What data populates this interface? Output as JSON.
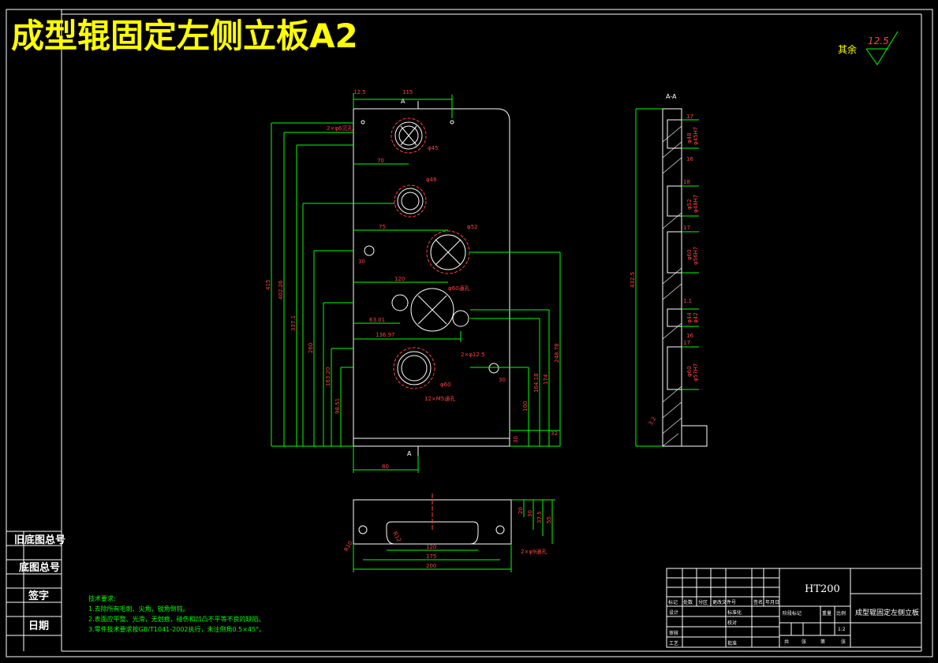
{
  "title": "成型辊固定左侧立板A2",
  "roughness": {
    "label": "其余",
    "value": "12.5"
  },
  "section_label": "A-A",
  "section_marks": [
    "A",
    "A"
  ],
  "front_view_dims": {
    "top_left": "12.5",
    "top_span": "115",
    "hole_callout_1": "2×φ6沉孔",
    "dia_1": "φ45",
    "h70": "70",
    "dia_2": "φ46",
    "h75": "75",
    "dia_3": "φ52",
    "h30": "30",
    "h120": "120",
    "dia_4": "φ60通孔",
    "h63": "63.01",
    "h136": "136.97",
    "callout_2": "2×φ12.5",
    "h30b": "30",
    "dia_5": "φ60",
    "callout_3": "12×M5通孔",
    "bottom_80": "80",
    "right_32": "32",
    "vert_left": [
      "415",
      "402.26",
      "337.1",
      "260",
      "163.20",
      "98.51"
    ],
    "vert_right": [
      "248.78",
      "174",
      "164.18",
      "100",
      "30"
    ]
  },
  "side_view_dims": {
    "total": "432.5",
    "thick_1": "16",
    "thick_2": "16",
    "rough": "3.2",
    "dias": [
      "φ48",
      "φ45H7",
      "φ52",
      "φ48H7",
      "φ60",
      "φ56H7",
      "φ44",
      "φ42",
      "φ60",
      "φ57H7"
    ],
    "depths": [
      "18",
      "17",
      "17",
      "17",
      "1.1"
    ]
  },
  "bottom_view_dims": {
    "d120": "120",
    "d175": "175",
    "d200": "200",
    "h20": "20",
    "h30": "30",
    "h37": "37.5",
    "h55": "55",
    "r10": "R10",
    "r12": "R12",
    "callout": "2×φ9通孔"
  },
  "tech_notes": {
    "heading": "技术要求:",
    "items": [
      "1.去除所有毛刺、尖角，锐角倒钝。",
      "2.表面应平整、光滑，无划痕，碰伤和凹凸不平等不良的缺陷。",
      "3.零件技术要求按GB/T1041-2002执行，未注倒角0.5×45°。"
    ]
  },
  "left_panel": [
    "旧底图总号",
    "底图总号",
    "签字",
    "日期"
  ],
  "title_block": {
    "material": "HT200",
    "part_name": "成型辊固定左侧立板",
    "row_labels": [
      "标记",
      "处数",
      "分区",
      "更改文件号",
      "签名",
      "年月日"
    ],
    "left_labels": [
      "设计",
      "标准化",
      "审核",
      "校对",
      "工艺",
      "批准"
    ],
    "stage_labels": [
      "阶段标记",
      "重量",
      "比例"
    ],
    "scale": "1:2",
    "sheet_labels": [
      "共",
      "张",
      "第",
      "张"
    ]
  }
}
